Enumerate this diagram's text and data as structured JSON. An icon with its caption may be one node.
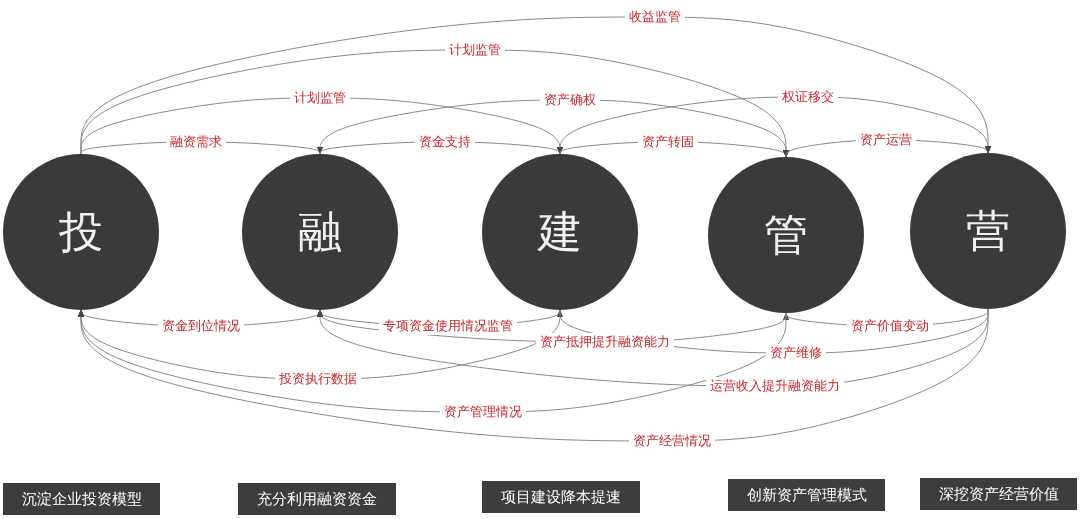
{
  "diagram": {
    "nodes": [
      {
        "text": [
          "投"
        ]
      },
      {
        "text": [
          "融"
        ]
      },
      {
        "text": [
          "建"
        ]
      },
      {
        "text": [
          "管"
        ]
      },
      {
        "text": [
          "营"
        ]
      },
      {
        "text": [
          "沉淀企业投资模型"
        ]
      },
      {
        "text": [
          "充分利用融资资金"
        ]
      },
      {
        "text": [
          "项目建设降本提速"
        ]
      },
      {
        "text": [
          "创新资产管理模式"
        ]
      },
      {
        "text": [
          "深挖资产经营价值"
        ]
      }
    ],
    "edges": [
      {
        "from": 0,
        "to": 4,
        "arrow": "to",
        "label": "收益监管"
      },
      {
        "from": 0,
        "to": 3,
        "arrow": "to",
        "label": "计划监管"
      },
      {
        "from": 0,
        "to": 2,
        "arrow": "to",
        "label": "计划监管"
      },
      {
        "from": 1,
        "to": 3,
        "arrow": "to",
        "label": "资产确权"
      },
      {
        "from": 2,
        "to": 4,
        "arrow": "to",
        "label": "权证移交"
      },
      {
        "from": 0,
        "to": 1,
        "arrow": "to",
        "label": "融资需求"
      },
      {
        "from": 1,
        "to": 2,
        "arrow": "to",
        "label": "资金支持"
      },
      {
        "from": 2,
        "to": 3,
        "arrow": "to",
        "label": "资产转固"
      },
      {
        "from": 3,
        "to": 4,
        "arrow": "to",
        "label": "资产运营"
      },
      {
        "from": 1,
        "to": 0,
        "arrow": "to",
        "label": "资金到位情况"
      },
      {
        "from": 2,
        "to": 1,
        "arrow": "to",
        "label": "专项资金使用情况监管"
      },
      {
        "from": 4,
        "to": 3,
        "arrow": "to",
        "label": "资产价值变动"
      },
      {
        "from": 3,
        "to": 1,
        "arrow": "to",
        "label": "资产抵押提升融资能力"
      },
      {
        "from": 4,
        "to": 2,
        "arrow": "to",
        "label": "资产维修"
      },
      {
        "from": 2,
        "to": 0,
        "arrow": "to",
        "label": "投资执行数据"
      },
      {
        "from": 4,
        "to": 1,
        "arrow": "to",
        "label": "运营收入提升融资能力"
      },
      {
        "from": 3,
        "to": 0,
        "arrow": "to",
        "label": "资产管理情况"
      },
      {
        "from": 4,
        "to": 0,
        "arrow": "to",
        "label": "资产经营情况"
      }
    ]
  }
}
